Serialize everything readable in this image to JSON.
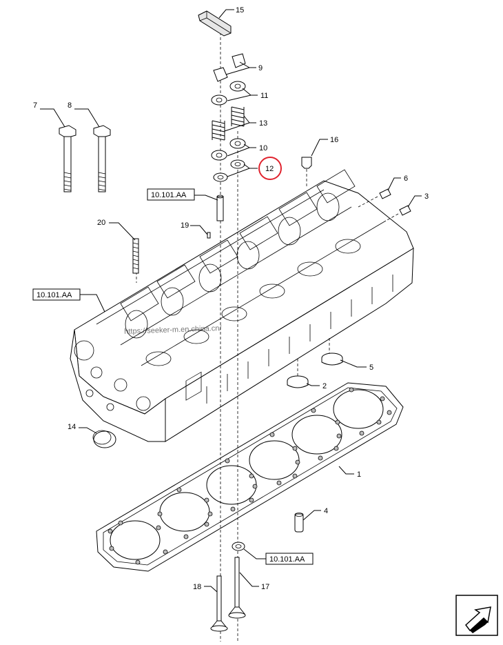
{
  "callouts": {
    "c1": "1",
    "c2": "2",
    "c3": "3",
    "c4": "4",
    "c5": "5",
    "c6": "6",
    "c7": "7",
    "c8": "8",
    "c9": "9",
    "c10": "10",
    "c11": "11",
    "c12": "12",
    "c13": "13",
    "c14": "14",
    "c15": "15",
    "c16": "16",
    "c17": "17",
    "c18": "18",
    "c19": "19",
    "c20": "20"
  },
  "references": {
    "ref_top": "10.101.AA",
    "ref_left": "10.101.AA",
    "ref_bottom": "10.101.AA"
  },
  "highlight_color": "#e0232e",
  "watermark": "https://seeker-m.en.china.cn/",
  "nav_icon": "arrow-next-icon"
}
